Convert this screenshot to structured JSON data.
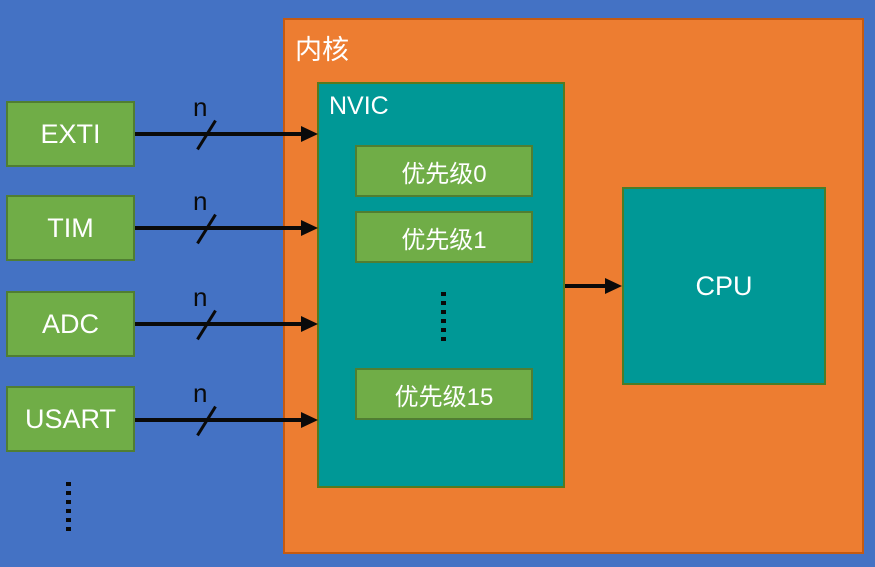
{
  "diagram": {
    "kernel": {
      "label": "内核"
    },
    "nvic": {
      "label": "NVIC",
      "priorities": [
        {
          "label": "优先级0"
        },
        {
          "label": "优先级1"
        },
        {
          "label": "优先级15"
        }
      ],
      "ellipsis_icon": "vertical-ellipsis"
    },
    "cpu": {
      "label": "CPU"
    },
    "peripherals": [
      {
        "label": "EXTI"
      },
      {
        "label": "TIM"
      },
      {
        "label": "ADC"
      },
      {
        "label": "USART"
      }
    ],
    "peripherals_ellipsis_icon": "vertical-ellipsis",
    "bus_width_label": "n",
    "colors": {
      "background": "#4472C4",
      "kernel_fill": "#ED7D31",
      "kernel_border": "#C55A11",
      "module_fill": "#009896",
      "module_border": "#567A1E",
      "box_fill": "#70AD47",
      "box_border": "#507E32",
      "arrow": "#0A0A0A",
      "text": "#FFFFFF"
    }
  }
}
